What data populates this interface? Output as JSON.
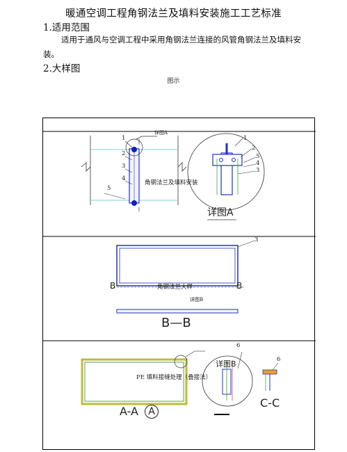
{
  "document": {
    "title": "暖通空调工程角钢法兰及填料安装施工工艺标准",
    "section1_heading": "1.适用范围",
    "section1_text": "适用于通风与空调工程中采用角钢法兰连接的风管角钢法兰及填料安装。",
    "section2_heading": "2.大样图",
    "figure_caption": "图示"
  },
  "figure": {
    "panel1": {
      "center_label": "角钢法兰及填料安装",
      "detail_ref": "详图A",
      "detail_title": "详图A",
      "callouts_left": [
        "1",
        "2",
        "3",
        "4",
        "5"
      ],
      "callouts_right": [
        "1",
        "2",
        "5",
        "4",
        "3"
      ]
    },
    "panel2": {
      "center_label": "角钢法兰大样",
      "detail_ref": "详图B",
      "callout": "3",
      "section_marks": [
        "B",
        "B"
      ],
      "section_title": "B—B"
    },
    "panel3": {
      "center_label": "PE 填料接缝处理（叠接法）",
      "detail_title": "详图B",
      "callout_left": "6",
      "callout_right": "6",
      "view_title": "A-A",
      "view_mark": "A",
      "section_title": "C-C"
    }
  }
}
